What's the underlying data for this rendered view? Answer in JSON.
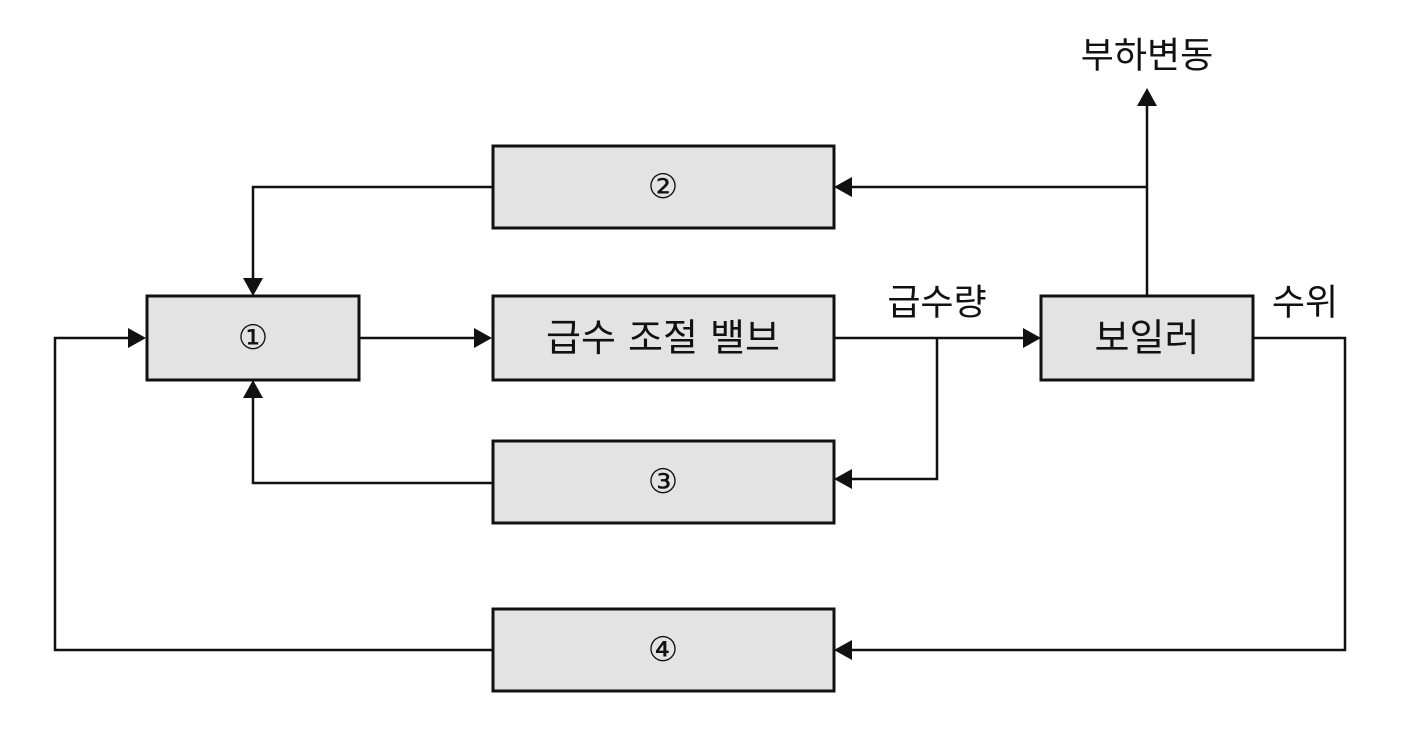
{
  "blocks": {
    "block_1": "①",
    "block_2": "②",
    "block_3": "③",
    "block_4": "④",
    "valve": "급수 조절 밸브",
    "boiler": "보일러"
  },
  "signals": {
    "load_change": "부하변동",
    "feedwater_flow": "급수량",
    "water_level": "수위"
  }
}
